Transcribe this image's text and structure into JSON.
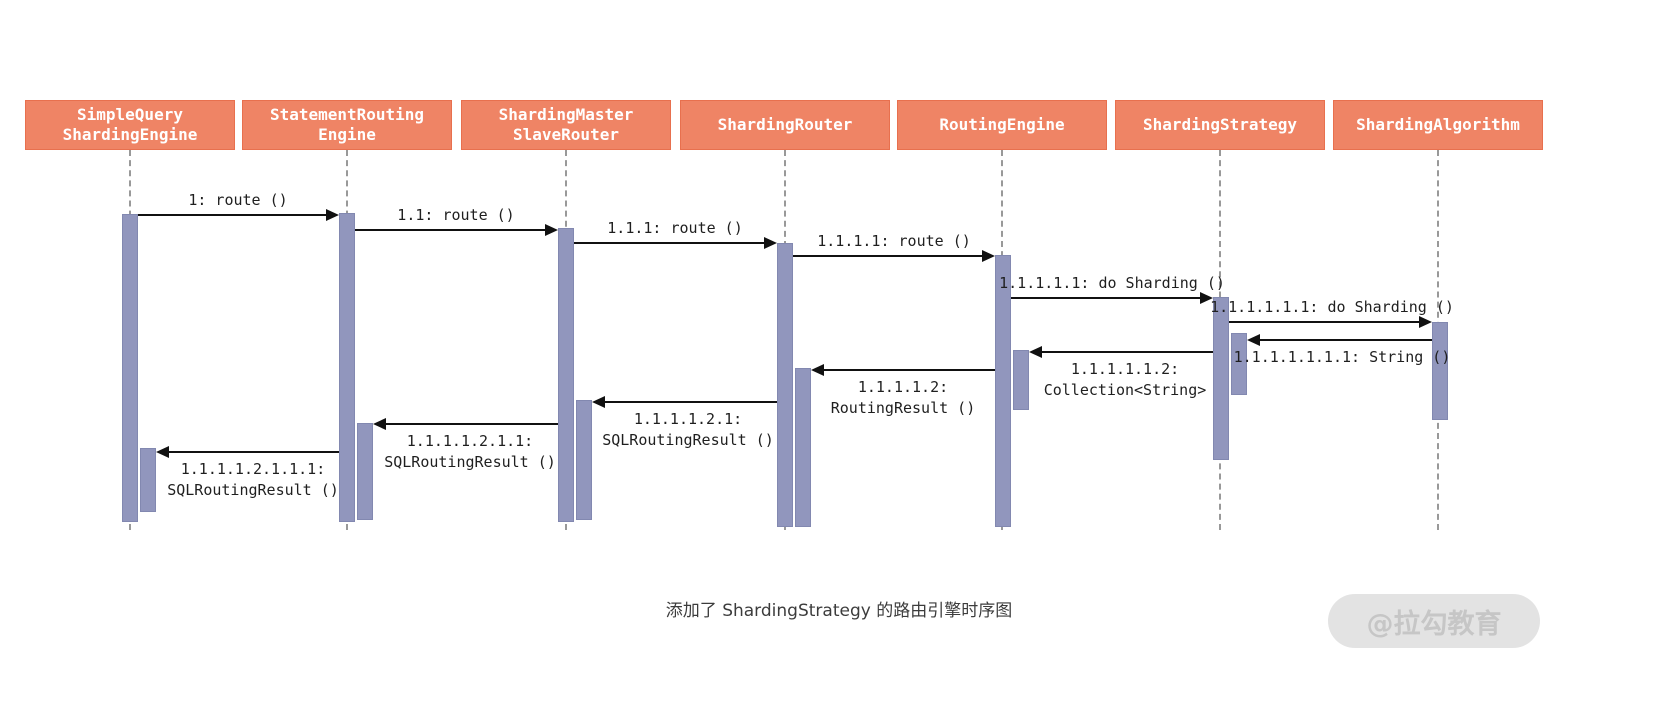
{
  "diagram": {
    "type": "uml-sequence-diagram",
    "caption": "添加了 ShardingStrategy 的路由引擎时序图",
    "watermark": "@拉勾教育"
  },
  "colors": {
    "participant_fill": "#ef8465",
    "participant_border": "#e8704e",
    "participant_text": "#ffffff",
    "activation_fill": "#9196bd",
    "lifeline": "#999999",
    "arrow": "#111111"
  },
  "participants": [
    {
      "label": "SimpleQuery\nShardingEngine"
    },
    {
      "label": "StatementRouting\nEngine"
    },
    {
      "label": "ShardingMaster\nSlaveRouter"
    },
    {
      "label": "ShardingRouter"
    },
    {
      "label": "RoutingEngine"
    },
    {
      "label": "ShardingStrategy"
    },
    {
      "label": "ShardingAlgorithm"
    }
  ],
  "messages": [
    {
      "label": "1: route ()",
      "from": "SimpleQueryShardingEngine",
      "to": "StatementRoutingEngine",
      "direction": "right"
    },
    {
      "label": "1.1: route ()",
      "from": "StatementRoutingEngine",
      "to": "ShardingMasterSlaveRouter",
      "direction": "right"
    },
    {
      "label": "1.1.1: route ()",
      "from": "ShardingMasterSlaveRouter",
      "to": "ShardingRouter",
      "direction": "right"
    },
    {
      "label": "1.1.1.1: route ()",
      "from": "ShardingRouter",
      "to": "RoutingEngine",
      "direction": "right"
    },
    {
      "label": "1.1.1.1.1: do Sharding ()",
      "from": "RoutingEngine",
      "to": "ShardingStrategy",
      "direction": "right"
    },
    {
      "label": "1.1.1.1.1.1: do Sharding ()",
      "from": "ShardingStrategy",
      "to": "ShardingAlgorithm",
      "direction": "right"
    },
    {
      "label": "1.1.1.1.1.1.1: String ()",
      "from": "ShardingAlgorithm",
      "to": "ShardingStrategy",
      "direction": "left"
    },
    {
      "label": "1.1.1.1.1.2:\nCollection<String>",
      "from": "ShardingStrategy",
      "to": "RoutingEngine",
      "direction": "left"
    },
    {
      "label": "1.1.1.1.2:\nRoutingResult ()",
      "from": "RoutingEngine",
      "to": "ShardingRouter",
      "direction": "left"
    },
    {
      "label": "1.1.1.1.2.1:\nSQLRoutingResult ()",
      "from": "ShardingRouter",
      "to": "ShardingMasterSlaveRouter",
      "direction": "left"
    },
    {
      "label": "1.1.1.1.2.1.1:\nSQLRoutingResult ()",
      "from": "ShardingMasterSlaveRouter",
      "to": "StatementRoutingEngine",
      "direction": "left"
    },
    {
      "label": "1.1.1.1.2.1.1.1:\nSQLRoutingResult ()",
      "from": "StatementRoutingEngine",
      "to": "SimpleQueryShardingEngine",
      "direction": "left"
    }
  ]
}
